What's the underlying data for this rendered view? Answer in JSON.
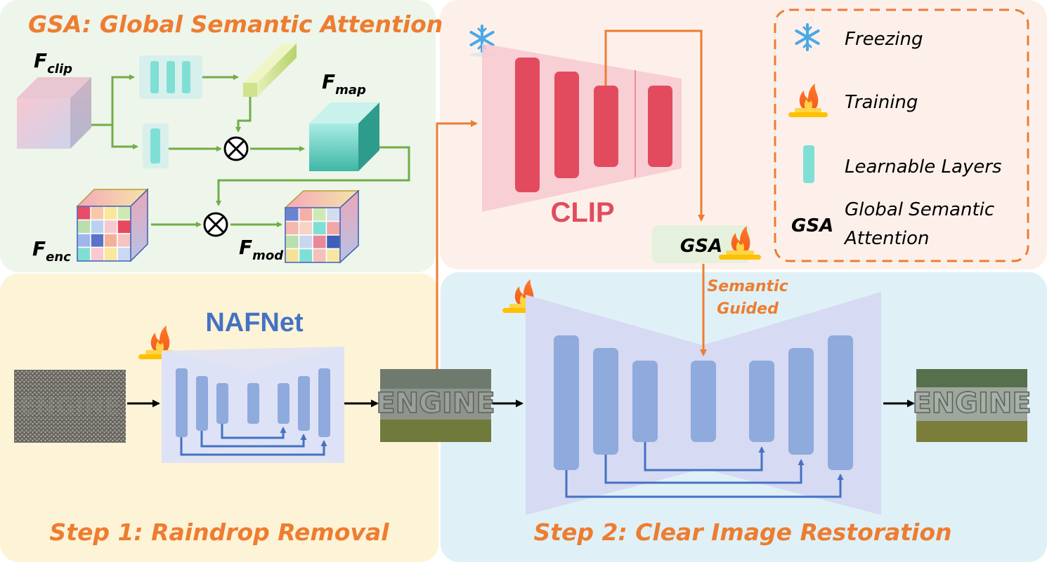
{
  "gsa_panel": {
    "title": "GSA: Global Semantic Attention",
    "f_clip": {
      "base": "F",
      "sub": "clip"
    },
    "f_map": {
      "base": "F",
      "sub": "map"
    },
    "f_enc": {
      "base": "F",
      "sub": "enc"
    },
    "f_mod": {
      "base": "F",
      "sub": "mod"
    },
    "multiply_symbol": "⊗"
  },
  "clip_panel": {
    "label": "CLIP",
    "gsa_box_label": "GSA",
    "guided_line1": "Semantic",
    "guided_line2": "Guided"
  },
  "legend": {
    "freezing": "Freezing",
    "training": "Training",
    "learnable_layers": "Learnable Layers",
    "gsa_abbrev": "GSA",
    "gsa_full_line1": "Global Semantic",
    "gsa_full_line2": "Attention"
  },
  "step1": {
    "network_label": "NAFNet",
    "caption": "Step 1: Raindrop Removal"
  },
  "step2": {
    "caption": "Step 2: Clear Image Restoration"
  },
  "photo_text": "ENGINE",
  "colors": {
    "orange": "#ed7d31",
    "green_arrow": "#70ad47",
    "blue_arrow": "#4472c4",
    "clip_red": "#e24b5e",
    "nafnet_blue": "#4472c4",
    "teal": "#7fdfd5",
    "gsa_panel_bg": "#eef5ea",
    "clip_panel_bg": "#fdf0ea",
    "step1_bg": "#fdf3d6",
    "step2_bg": "#dff1f6"
  }
}
